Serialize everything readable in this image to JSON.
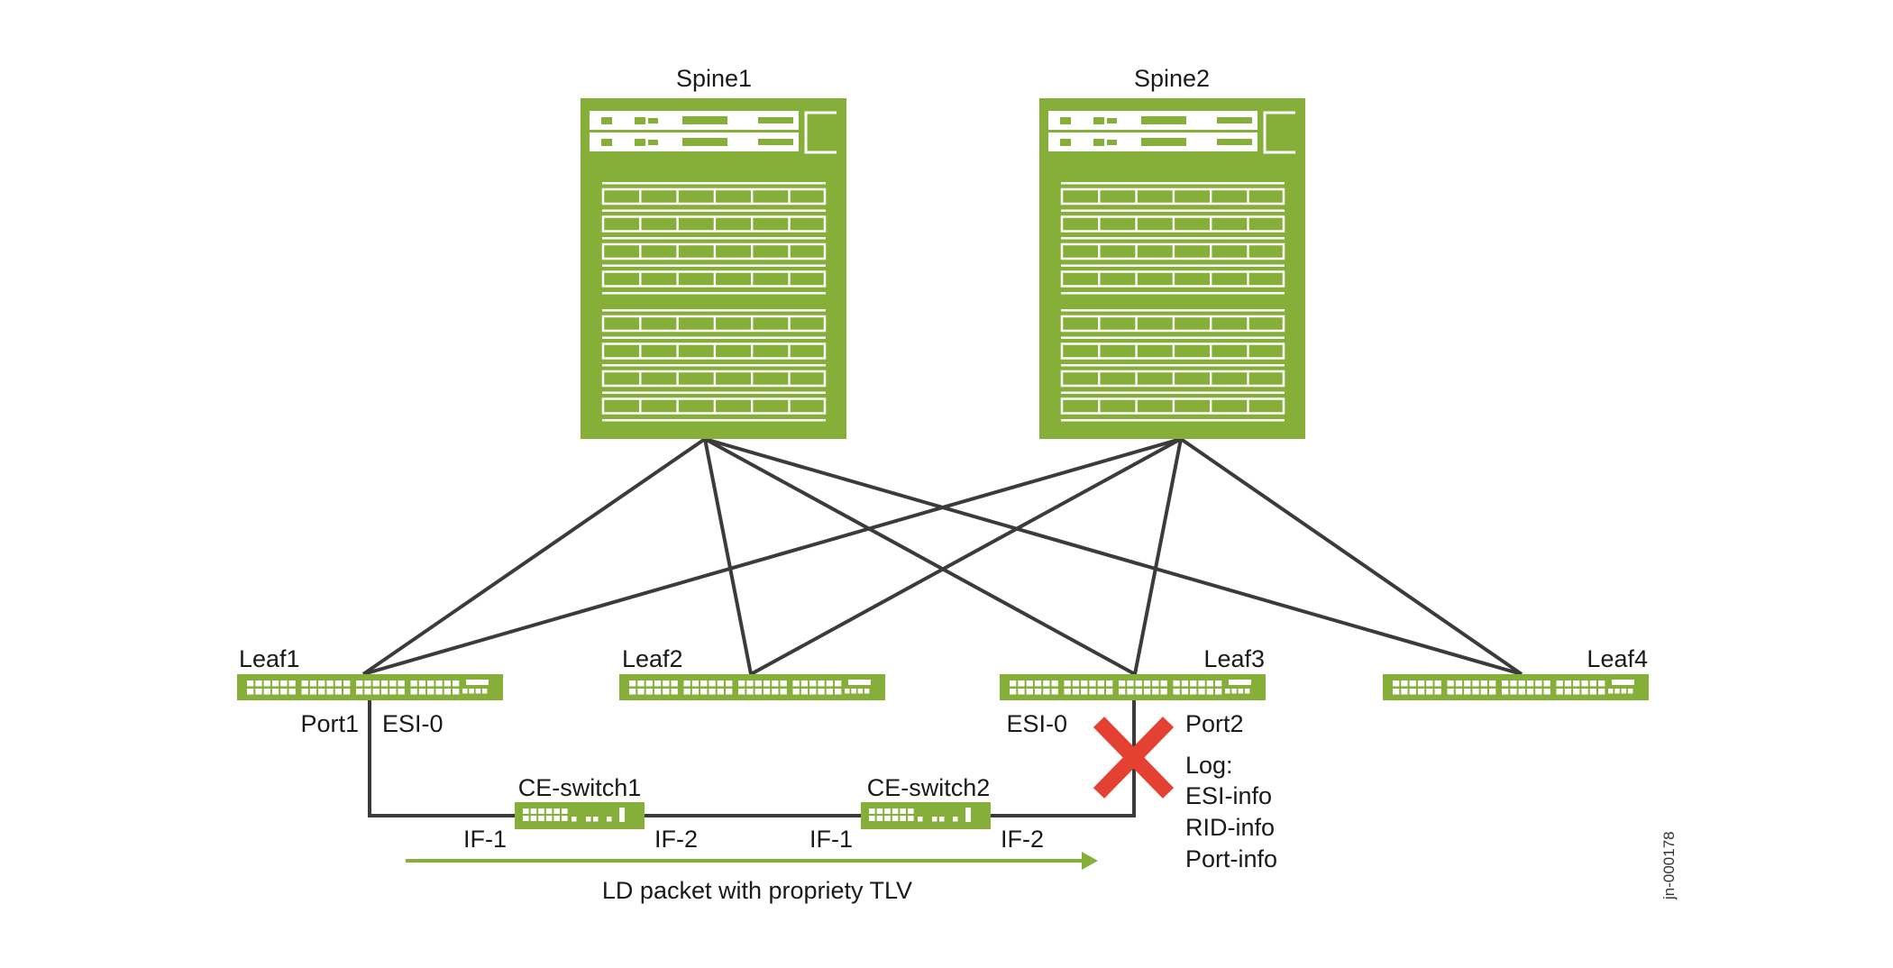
{
  "colors": {
    "device_green": "#85AF39",
    "port_white": "#ffffff",
    "link": "#3b3b3b",
    "arrow_green": "#85AF39",
    "failure_red": "#E54133"
  },
  "spines": [
    {
      "id": "spine1",
      "label": "Spine1"
    },
    {
      "id": "spine2",
      "label": "Spine2"
    }
  ],
  "leaves": [
    {
      "id": "leaf1",
      "label": "Leaf1"
    },
    {
      "id": "leaf2",
      "label": "Leaf2"
    },
    {
      "id": "leaf3",
      "label": "Leaf3"
    },
    {
      "id": "leaf4",
      "label": "Leaf4"
    }
  ],
  "fabric_links": [
    {
      "from": "spine1",
      "to": "leaf1"
    },
    {
      "from": "spine1",
      "to": "leaf2"
    },
    {
      "from": "spine1",
      "to": "leaf3"
    },
    {
      "from": "spine1",
      "to": "leaf4"
    },
    {
      "from": "spine2",
      "to": "leaf1"
    },
    {
      "from": "spine2",
      "to": "leaf2"
    },
    {
      "from": "spine2",
      "to": "leaf3"
    },
    {
      "from": "spine2",
      "to": "leaf4"
    }
  ],
  "ce_switches": [
    {
      "id": "ce1",
      "label": "CE-switch1",
      "if_left": "IF-1",
      "if_right": "IF-2"
    },
    {
      "id": "ce2",
      "label": "CE-switch2",
      "if_left": "IF-1",
      "if_right": "IF-2"
    }
  ],
  "leaf1_ports": {
    "port": "Port1",
    "esi": "ESI-0"
  },
  "leaf3_ports": {
    "port": "Port2",
    "esi": "ESI-0"
  },
  "log": {
    "title": "Log:",
    "lines": [
      "ESI-info",
      "RID-info",
      "Port-info"
    ]
  },
  "packet_arrow": {
    "label": "LD packet with propriety TLV"
  },
  "figure_id": "jn-000178"
}
